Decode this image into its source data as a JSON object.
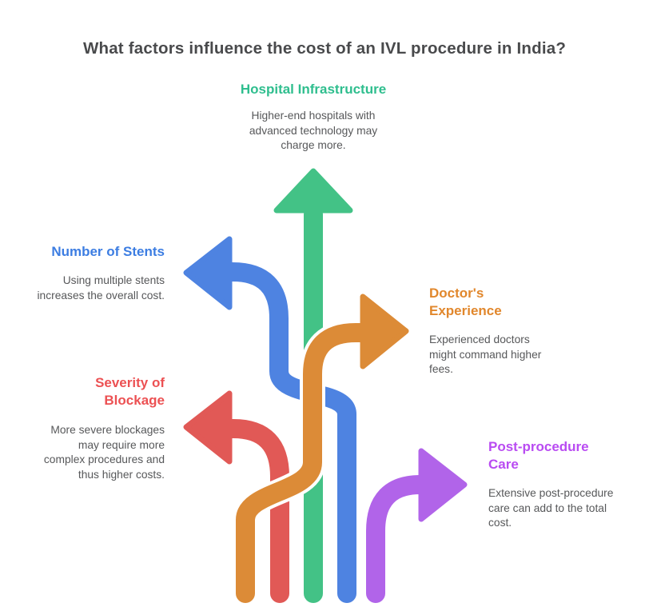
{
  "title": "What factors influence the cost of an IVL procedure in India?",
  "colors": {
    "title_text": "#494a4c",
    "body_text": "#57585a",
    "green": "#2fbe8e",
    "green_arrow": "#43c286",
    "blue": "#3c7de2",
    "blue_arrow": "#4e83e1",
    "orange": "#e1872c",
    "orange_arrow": "#dc8b37",
    "red": "#ec5153",
    "red_arrow": "#e15956",
    "purple": "#b94bf2",
    "purple_arrow": "#b164e9",
    "background": "#ffffff",
    "arrow_outline": "#ffffff"
  },
  "factors": [
    {
      "id": "hospital-infrastructure",
      "label_lines": [
        "Hospital Infrastructure",
        ""
      ],
      "desc_lines": [
        "Higher-end hospitals with",
        "advanced technology may",
        "charge more.",
        ""
      ],
      "color": "#2fbe8e",
      "arrow_direction": "up"
    },
    {
      "id": "number-of-stents",
      "label_lines": [
        "Number of Stents",
        ""
      ],
      "desc_lines": [
        "Using multiple stents",
        "increases the overall cost.",
        "",
        ""
      ],
      "color": "#3c7de2",
      "arrow_direction": "left"
    },
    {
      "id": "doctors-experience",
      "label_lines": [
        "Doctor's",
        "Experience"
      ],
      "desc_lines": [
        "Experienced doctors",
        "might command higher",
        "fees.",
        ""
      ],
      "color": "#e1872c",
      "arrow_direction": "right"
    },
    {
      "id": "severity-of-blockage",
      "label_lines": [
        "Severity of",
        "Blockage"
      ],
      "desc_lines": [
        "More severe blockages",
        "may require more",
        "complex procedures and",
        "thus higher costs."
      ],
      "color": "#ec5153",
      "arrow_direction": "left"
    },
    {
      "id": "post-procedure-care",
      "label_lines": [
        "Post-procedure",
        "Care"
      ],
      "desc_lines": [
        "Extensive post-procedure",
        "care can add to the total",
        "cost.",
        ""
      ],
      "color": "#b94bf2",
      "arrow_direction": "right"
    }
  ]
}
